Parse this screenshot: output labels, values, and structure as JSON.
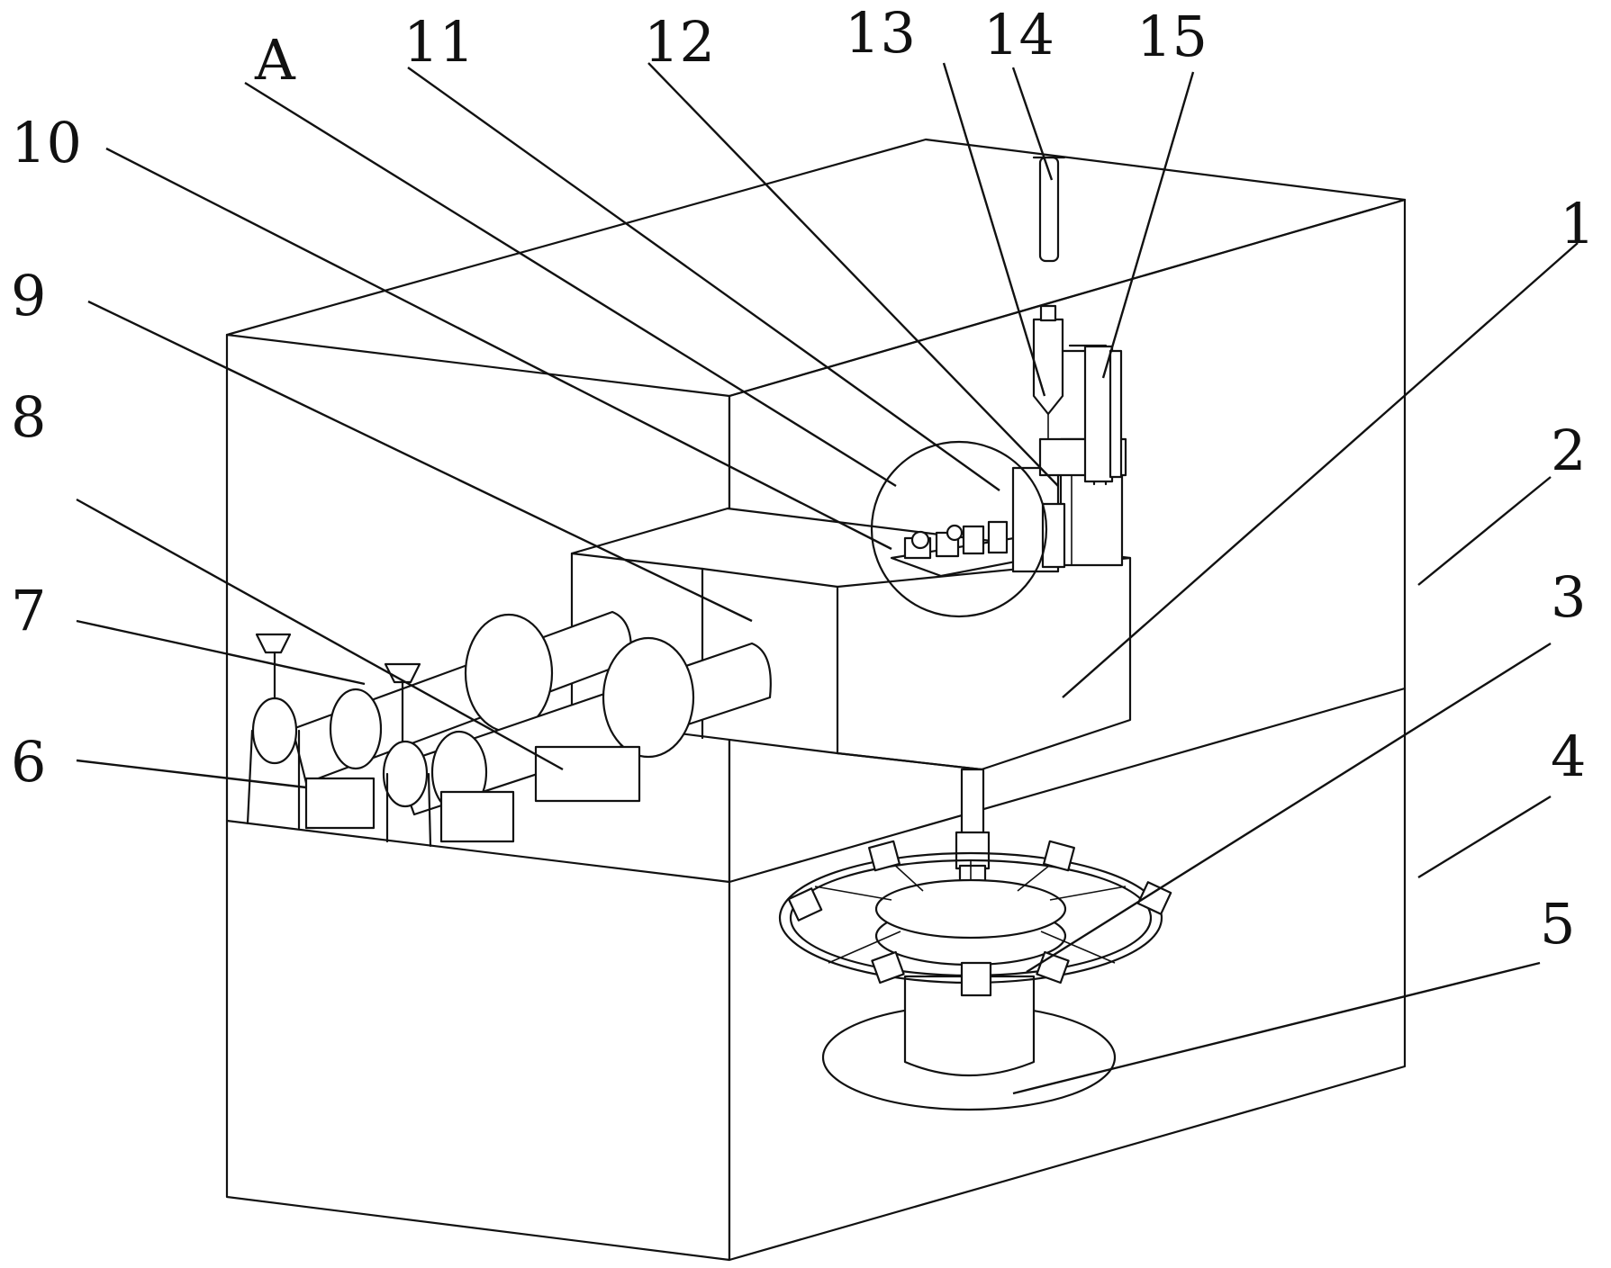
{
  "callouts": [
    {
      "id": "1",
      "text": "1"
    },
    {
      "id": "2",
      "text": "2"
    },
    {
      "id": "3",
      "text": "3"
    },
    {
      "id": "4",
      "text": "4"
    },
    {
      "id": "5",
      "text": "5"
    },
    {
      "id": "6",
      "text": "6"
    },
    {
      "id": "7",
      "text": "7"
    },
    {
      "id": "8",
      "text": "8"
    },
    {
      "id": "9",
      "text": "9"
    },
    {
      "id": "10",
      "text": "10"
    },
    {
      "id": "A",
      "text": "A"
    },
    {
      "id": "11",
      "text": "11"
    },
    {
      "id": "12",
      "text": "12"
    },
    {
      "id": "13",
      "text": "13"
    },
    {
      "id": "14",
      "text": "14"
    },
    {
      "id": "15",
      "text": "15"
    }
  ]
}
